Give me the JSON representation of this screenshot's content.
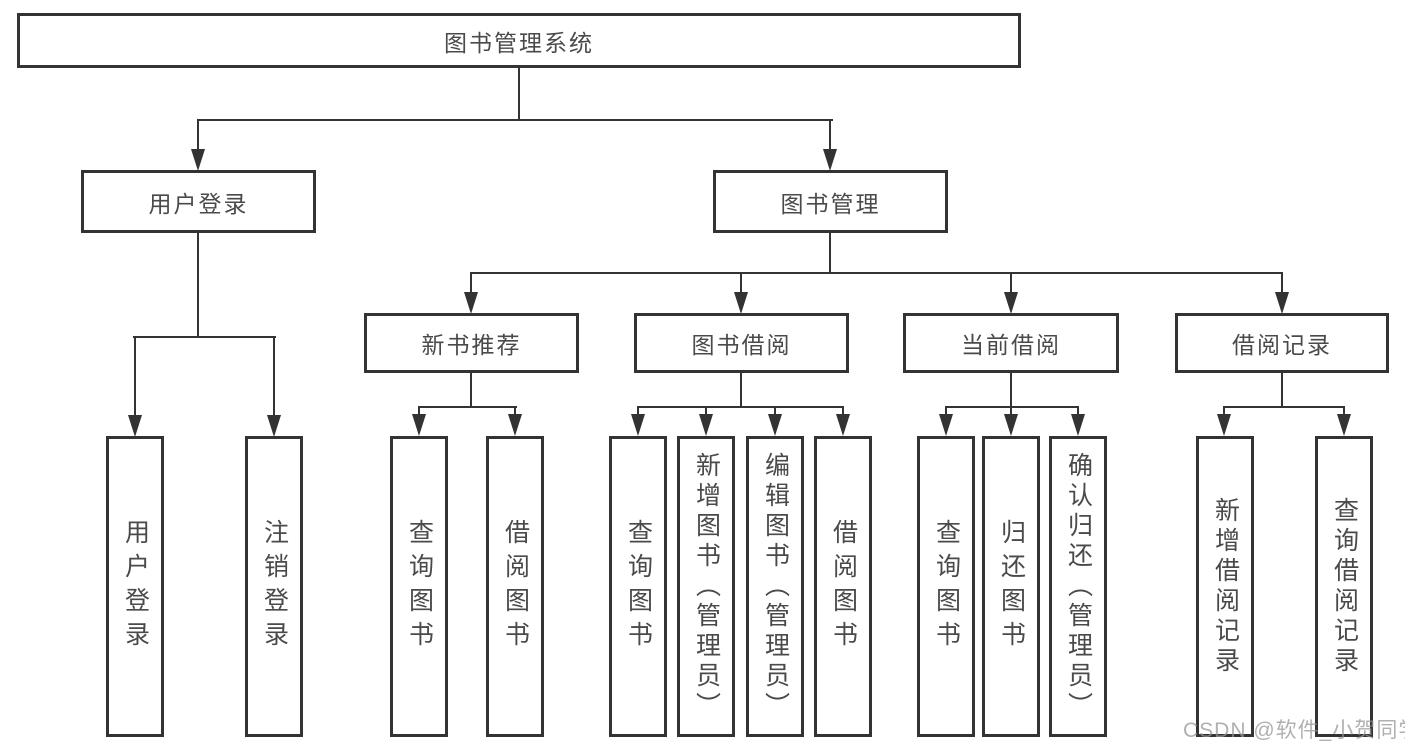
{
  "tree": {
    "root": "图书管理系统",
    "branches": [
      {
        "label": "用户登录",
        "leaves": [
          "用户登录",
          "注销登录"
        ]
      },
      {
        "label": "图书管理",
        "groups": [
          {
            "label": "新书推荐",
            "leaves": [
              "查询图书",
              "借阅图书"
            ]
          },
          {
            "label": "图书借阅",
            "leaves": [
              "查询图书",
              "新增图书（管理员）",
              "编辑图书（管理员）",
              "借阅图书"
            ]
          },
          {
            "label": "当前借阅",
            "leaves": [
              "查询图书",
              "归还图书",
              "确认归还（管理员）"
            ]
          },
          {
            "label": "借阅记录",
            "leaves": [
              "新增借阅记录",
              "查询借阅记录"
            ]
          }
        ]
      }
    ]
  },
  "watermark": {
    "text": "CSDN @软件_小贺同学"
  },
  "colors": {
    "line": "#333333",
    "text": "#4a4a4a",
    "watermark": "#969696",
    "background": "#ffffff"
  }
}
